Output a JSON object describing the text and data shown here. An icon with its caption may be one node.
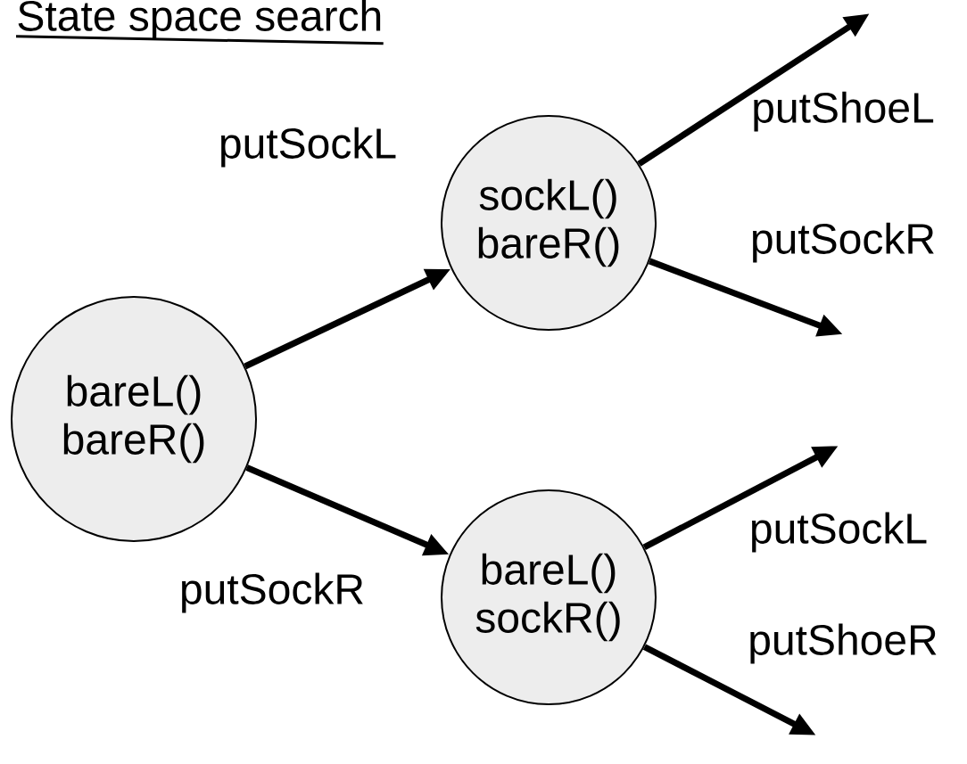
{
  "diagram": {
    "title": "State space search",
    "nodes": [
      {
        "text": [
          "bareL() bareR()"
        ]
      },
      {
        "text": [
          "sockL() bareR()"
        ]
      },
      {
        "text": [
          "bareL() sockR()"
        ]
      }
    ],
    "edges": [
      {
        "from": 0,
        "to": 1,
        "arrow": "to",
        "label": "putSockL"
      },
      {
        "from": 0,
        "to": 2,
        "arrow": "to",
        "label": "putSockR"
      },
      {
        "from": 1,
        "to": null,
        "arrow": "to",
        "label": "putShoeL"
      },
      {
        "from": 1,
        "to": null,
        "arrow": "to",
        "label": "putSockR"
      },
      {
        "from": 2,
        "to": null,
        "arrow": "to",
        "label": "putSockL"
      },
      {
        "from": 2,
        "to": null,
        "arrow": "to",
        "label": "putShoeR"
      }
    ]
  }
}
